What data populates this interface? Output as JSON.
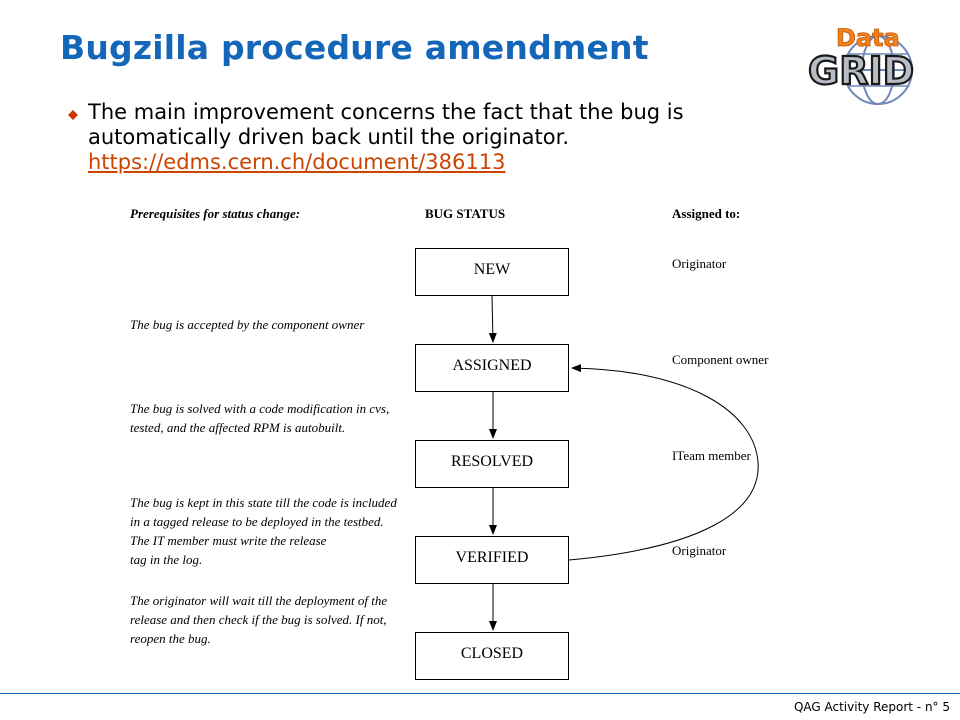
{
  "slide": {
    "title": "Bugzilla procedure amendment",
    "bullet": {
      "text": "The main improvement concerns the fact that the bug is automatically driven back until the originator.",
      "link": "https://edms.cern.ch/document/386113"
    },
    "logo": {
      "word_top": "Data",
      "word_main": "GRID"
    },
    "footer": "QAG Activity Report - n° 5"
  },
  "diagram": {
    "headers": {
      "prerequisites": "Prerequisites for status change:",
      "status": "BUG STATUS",
      "assigned": "Assigned to:"
    },
    "statuses": [
      {
        "label": "NEW",
        "assigned_to": "Originator"
      },
      {
        "label": "ASSIGNED",
        "assigned_to": "Component owner"
      },
      {
        "label": "RESOLVED",
        "assigned_to": "ITeam member"
      },
      {
        "label": "VERIFIED",
        "assigned_to": "Originator"
      },
      {
        "label": "CLOSED",
        "assigned_to": ""
      }
    ],
    "prerequisites": [
      "The bug is accepted by the component owner",
      "The bug is solved with a code modification in cvs,\ntested, and the affected RPM is autobuilt.",
      "The bug is kept in this state till the code is included\nin a tagged release to be deployed in the testbed.\nThe IT member must write the release\ntag in the log.",
      "The originator will wait till the deployment of the\nrelease and then check if the bug is solved. If not,\nreopen the bug."
    ]
  },
  "colors": {
    "title": "#1466b8",
    "bullet_marker": "#cc3300",
    "link": "#cc4400",
    "footer_line": "#1466b8"
  }
}
